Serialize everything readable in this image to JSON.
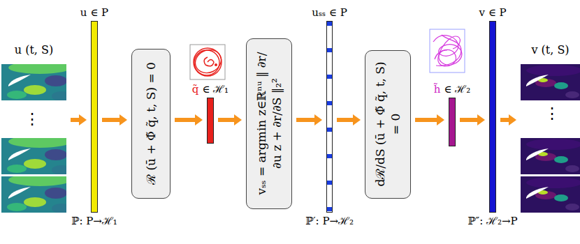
{
  "diagram": {
    "nodes": [
      {
        "text": [
          "u (t, S)"
        ]
      },
      {
        "text": [
          "u ∈ P",
          "ℙ: P→ℋ₁"
        ]
      },
      {
        "text": [
          "ℛ (ū + Φ̃ q̃, t, S) = 0"
        ]
      },
      {
        "text": [
          "q̃ ∈ ℋ₁"
        ]
      },
      {
        "text": [
          "vₛₛ = argmin z∈ℝⁿᵘ ‖ ∂r/∂u z + ∂r/∂S ‖₂²"
        ]
      },
      {
        "text": [
          "uₛₛ ∈ P",
          "ℙ′: P→ℋ₂"
        ]
      },
      {
        "text": [
          "dℛ/dS (ū + Φ̃ q̃, t, S) = 0"
        ]
      },
      {
        "text": [
          "h̃ ∈ ℋ₂"
        ]
      },
      {
        "text": [
          "v ∈ P",
          "ℙ″: ℋ₂→P"
        ]
      },
      {
        "text": [
          "v (t, S)"
        ]
      }
    ],
    "edges": [
      {
        "from": 0,
        "to": 1,
        "arrow": "to"
      },
      {
        "from": 1,
        "to": 2,
        "arrow": "to"
      },
      {
        "from": 2,
        "to": 3,
        "arrow": "to"
      },
      {
        "from": 3,
        "to": 4,
        "arrow": "to"
      },
      {
        "from": 4,
        "to": 5,
        "arrow": "to"
      },
      {
        "from": 5,
        "to": 6,
        "arrow": "to"
      },
      {
        "from": 6,
        "to": 7,
        "arrow": "to"
      },
      {
        "from": 7,
        "to": 8,
        "arrow": "to"
      },
      {
        "from": 8,
        "to": 9,
        "arrow": "to"
      }
    ],
    "labels": [
      "⋮",
      "⋮"
    ]
  }
}
